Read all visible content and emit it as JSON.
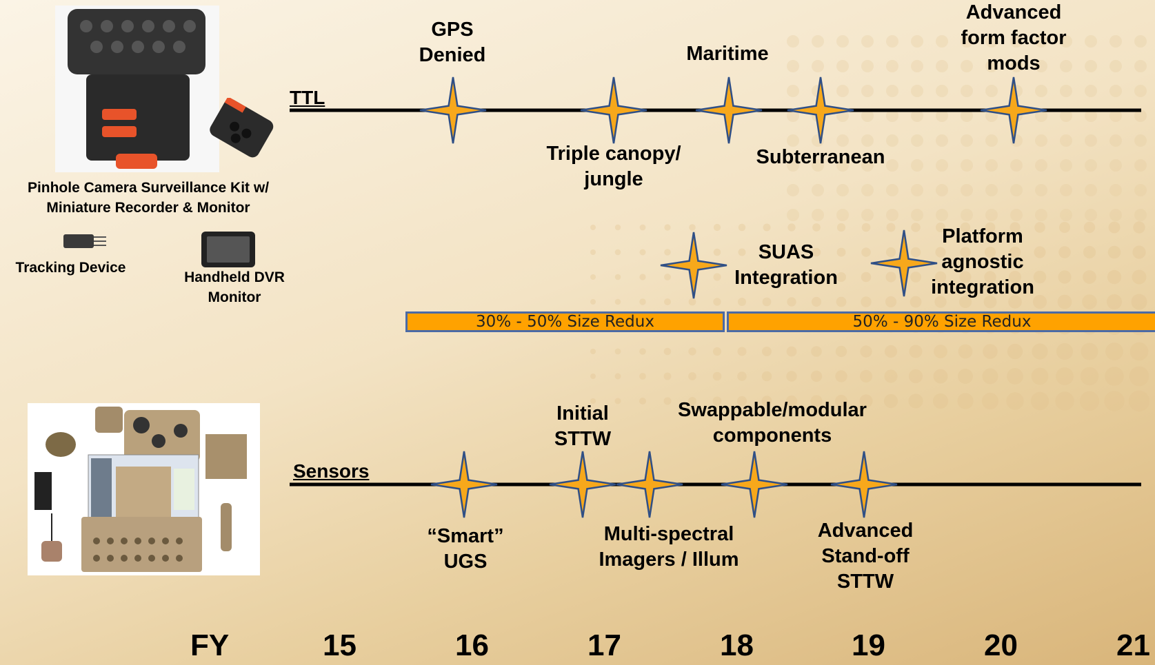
{
  "ttl_row": {
    "title": "TTL",
    "milestones": {
      "gps": "GPS\nDenied",
      "triple": "Triple canopy/\njungle",
      "maritime": "Maritime",
      "subterranean": "Subterranean",
      "advanced": "Advanced\nform factor\nmods"
    }
  },
  "integration_row": {
    "suas": "SUAS\nIntegration",
    "platform": "Platform\nagnostic\nintegration",
    "bar1": "30% - 50% Size Redux",
    "bar2": "50% - 90% Size Redux"
  },
  "sensors_row": {
    "title": "Sensors",
    "milestones": {
      "smart": "“Smart”\nUGS",
      "initial": "Initial\nSTTW",
      "multi": "Multi-spectral\nImagers / Illum",
      "swap": "Swappable/modular\ncomponents",
      "advanced": "Advanced\nStand-off\nSTTW"
    }
  },
  "captions": {
    "kit": "Pinhole Camera Surveillance Kit w/\nMiniature Recorder & Monitor",
    "tracking": "Tracking Device",
    "dvr": "Handheld DVR\nMonitor"
  },
  "fy_axis": {
    "label": "FY",
    "years": [
      "15",
      "16",
      "17",
      "18",
      "19",
      "20",
      "21"
    ]
  },
  "colors": {
    "star_fill": "#f7a81b",
    "star_outline": "#2f4f86",
    "bar_fill": "#ffa200",
    "bar_border": "#4a6aa6",
    "line": "#000000"
  }
}
